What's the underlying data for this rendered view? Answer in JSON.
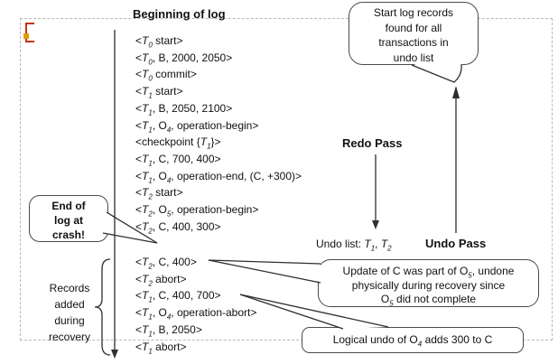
{
  "figure": {
    "title": "Beginning of log",
    "log": {
      "entries_before_crash": [
        "<T_0 start>",
        "<T_0, B, 2000, 2050>",
        "<T_0 commit>",
        "<T_1 start>",
        "<T_1, B, 2050, 2100>",
        "<T_1, O_4, operation-begin>",
        "<checkpoint {T_1}>",
        "<T_1, C, 700, 400>",
        "<T_1, O_4, operation-end, (C, +300)>",
        "<T_2 start>",
        "<T_2, O_5, operation-begin>",
        "<T_2, C, 400, 300>"
      ],
      "entries_added_during_recovery": [
        "<T_2, C, 400>",
        "<T_2 abort>",
        "<T_1, C, 400, 700>",
        "<T_1, O_4, operation-abort>",
        "<T_1, B, 2050>",
        "<T_1 abort>"
      ]
    },
    "callouts": {
      "end_of_log_crash": {
        "lines": [
          "End of",
          "log at",
          "crash!"
        ]
      },
      "start_records": {
        "lines": [
          "Start log records",
          "found for all",
          "transactions in",
          "undo list"
        ]
      },
      "physical_undo": {
        "lines": [
          "Update of C was part of O_5, undone",
          "physically during  recovery since",
          "O_5 did not complete"
        ]
      },
      "logical_undo": {
        "lines": [
          "Logical  undo of O_4 adds 300 to C"
        ]
      }
    },
    "labels": {
      "redo_pass": "Redo Pass",
      "undo_pass": "Undo Pass",
      "undo_list": "Undo list: T_1,  T_2",
      "records_added": {
        "lines": [
          "Records",
          "added",
          "during",
          "recovery"
        ]
      }
    }
  },
  "colors": {
    "line": "#2e2e2e",
    "bubble_border": "#4a4a4a",
    "text": "#111111",
    "marker_red": "#c43210",
    "marker_orange": "#e09b00",
    "frame_dash": "#b8b8b8"
  }
}
